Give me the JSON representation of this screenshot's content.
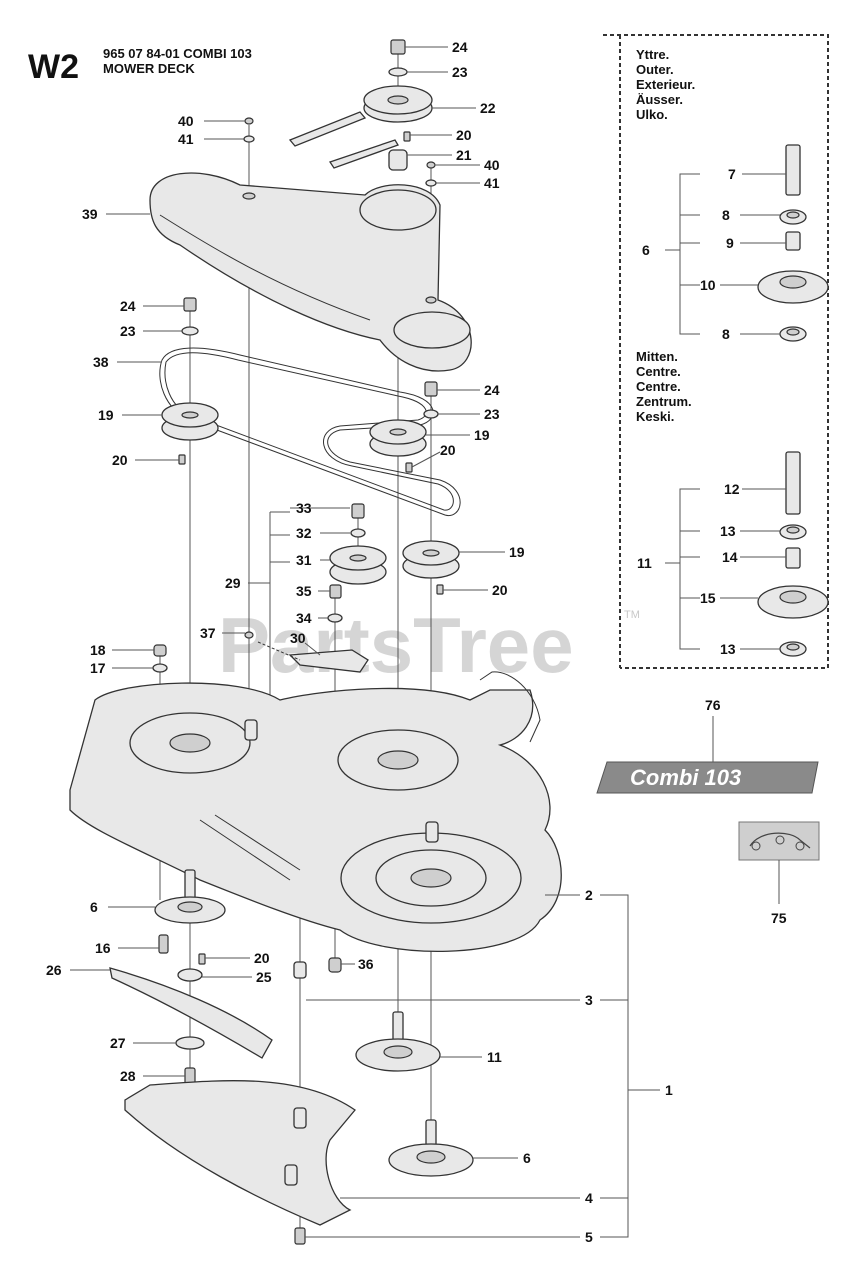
{
  "header": {
    "code": "W2",
    "subtitle_line1": "965 07 84-01 COMBI 103",
    "subtitle_line2": "MOWER DECK"
  },
  "inset": {
    "outer_labels": [
      "Yttre.",
      "Outer.",
      "Exterieur.",
      "Äusser.",
      "Ulko."
    ],
    "center_labels": [
      "Mitten.",
      "Centre.",
      "Centre.",
      "Zentrum.",
      "Keski."
    ],
    "outer_group": {
      "group": "6",
      "parts": [
        "7",
        "8",
        "9",
        "10",
        "8"
      ]
    },
    "center_group": {
      "group": "11",
      "parts": [
        "12",
        "13",
        "14",
        "15",
        "13"
      ]
    }
  },
  "decal": {
    "label": "Combi 103",
    "number": "76"
  },
  "belt_decal": {
    "number": "75"
  },
  "watermark": {
    "text": "PartsTree",
    "tm": "TM"
  },
  "callouts": {
    "top_bolt": "24",
    "top_washer": "23",
    "top_pulley": "22",
    "key_a": "20",
    "bush_a": "21",
    "bolt_40a": "40",
    "washer_41a": "41",
    "bolt_40b": "40",
    "washer_41b": "41",
    "cover": "39",
    "left_bolt": "24",
    "left_washer": "23",
    "belt": "38",
    "left_pulley": "19",
    "left_key": "20",
    "right_bolt": "24",
    "right_washer": "23",
    "center_pulley": "19",
    "center_key": "20",
    "idler_bolt": "33",
    "idler_washer": "32",
    "idler_pulley": "31",
    "idler_arm": "29",
    "arm_bolt": "35",
    "arm_washer": "34",
    "spring": "37",
    "bracket": "30",
    "right_pulley": "19",
    "right_key": "20",
    "nut_18": "18",
    "washer_17": "17",
    "left_spindle": "6",
    "bolt_16": "16",
    "blade_key": "20",
    "blade": "26",
    "adapter": "25",
    "blade_washer": "27",
    "blade_bolt": "28",
    "stud": "36",
    "deck": "2",
    "center_spindle": "11",
    "stud_3": "3",
    "assembly": "1",
    "right_spindle": "6",
    "chute": "4",
    "screw": "5"
  }
}
